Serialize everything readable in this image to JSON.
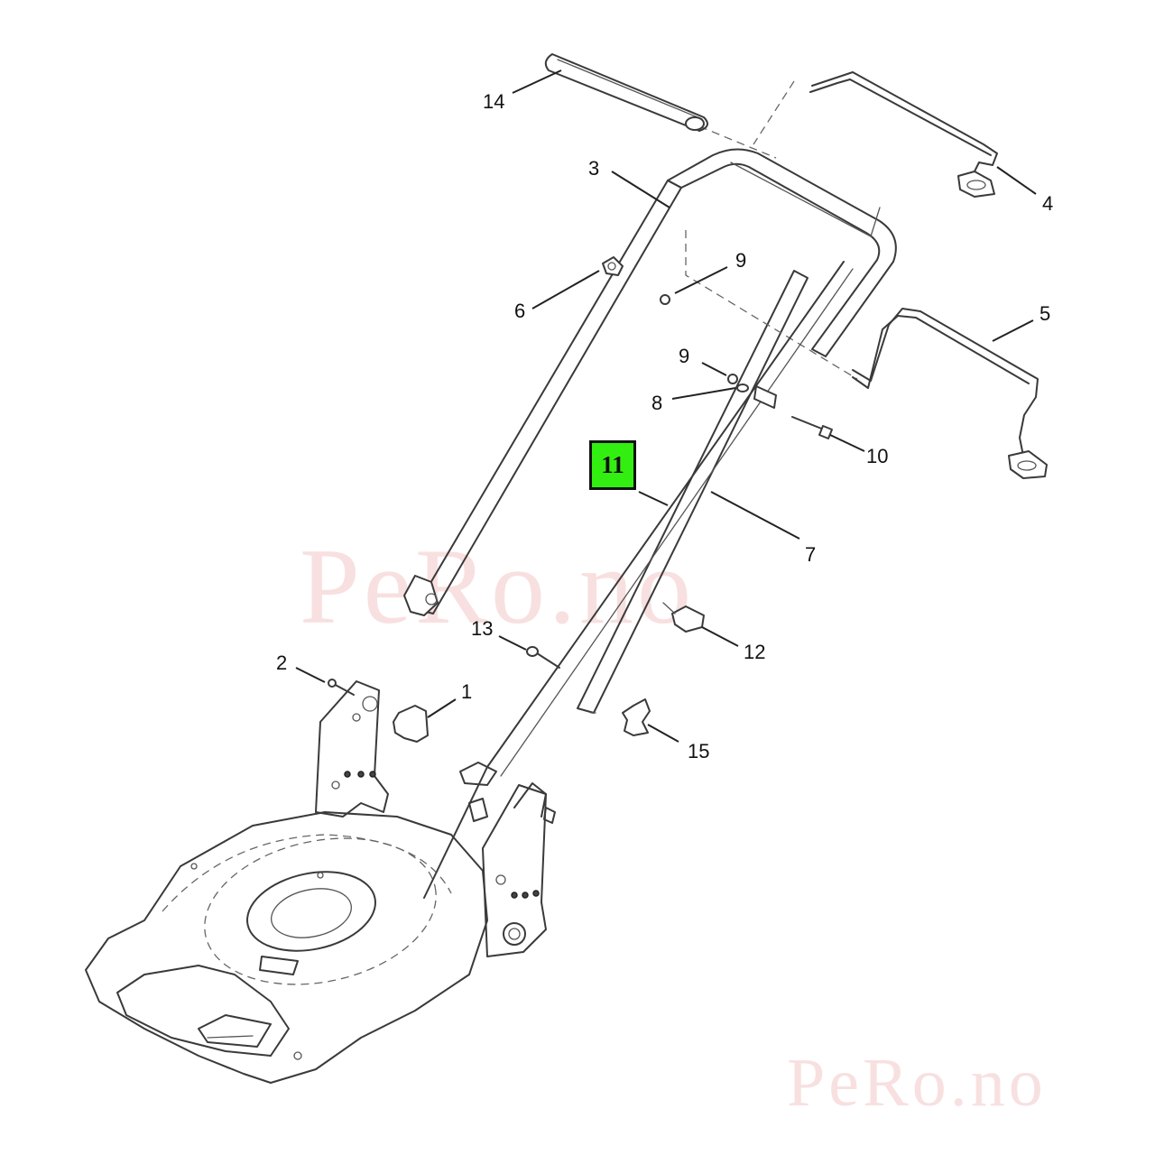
{
  "diagram": {
    "callouts": [
      "1",
      "2",
      "3",
      "4",
      "5",
      "6",
      "7",
      "8",
      "9",
      "9",
      "10",
      "11",
      "12",
      "13",
      "14",
      "15"
    ],
    "highlighted": "11",
    "highlight_color": "#33ee11"
  },
  "watermark": {
    "text_center": "PeRo.no",
    "text_corner": "PeRo.no",
    "color": "#f4c7c7"
  }
}
